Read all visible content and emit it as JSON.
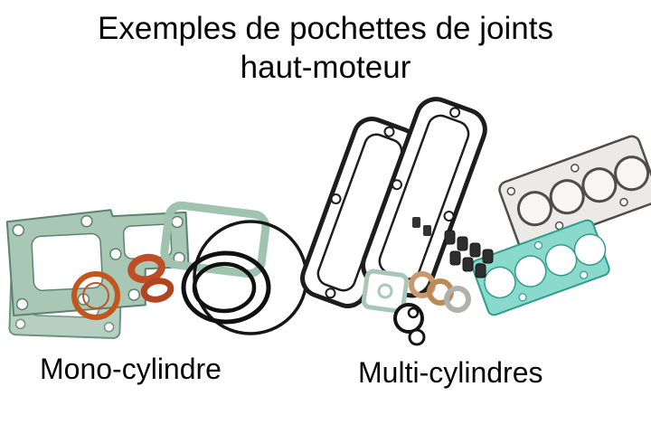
{
  "title": {
    "line1": "Exemples de pochettes de joints",
    "line2": "haut-moteur"
  },
  "captions": {
    "mono": "Mono-cylindre",
    "multi": "Multi-cylindres"
  },
  "colors": {
    "background": "#ffffff",
    "text": "#050505",
    "gasket_green": "#a9c7b5",
    "gasket_green_outline": "#5d8270",
    "gasket_teal": "#8ad9cd",
    "gasket_teal_outline": "#2f9c8d",
    "gasket_orange": "#bf4e26",
    "gasket_black": "#161616",
    "gasket_grey_outline": "#4d4d4b",
    "washer_copper": "#c9996b"
  }
}
